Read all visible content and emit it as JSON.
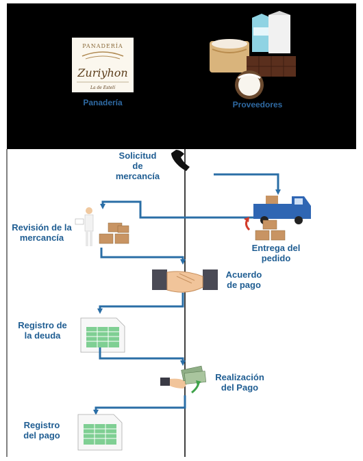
{
  "header": {
    "logo": {
      "top_text": "PANADERÍA",
      "brand": "Zuriyhon",
      "sub": "La de Estelí"
    },
    "left_title": "Panadería",
    "right_title": "Proveedores"
  },
  "steps": {
    "solicitud": {
      "line1": "Solicitud",
      "line2": "de",
      "line3": "mercancía"
    },
    "entrega": {
      "line1": "Entrega del",
      "line2": "pedido"
    },
    "revision": {
      "line1": "Revisión de la",
      "line2": "mercancía"
    },
    "acuerdo": {
      "line1": "Acuerdo",
      "line2": "de pago"
    },
    "registro_deuda": {
      "line1": "Registro de",
      "line2": "la deuda"
    },
    "realizacion": {
      "line1": "Realización",
      "line2": "del Pago"
    },
    "registro_pago": {
      "line1": "Registro",
      "line2": "del pago"
    }
  },
  "colors": {
    "arrow": "#2a6ea6",
    "label": "#1f5d92",
    "header_bg": "#000000",
    "truck": "#2f66b3",
    "box": "#c89463"
  },
  "icons": [
    "phone-icon",
    "truck-icon",
    "worker-icon",
    "boxes-icon",
    "handshake-icon",
    "spreadsheet-icon",
    "money-hand-icon",
    "milk-cartons-icon",
    "flour-sack-icon",
    "chocolate-icon",
    "coconut-icon"
  ]
}
